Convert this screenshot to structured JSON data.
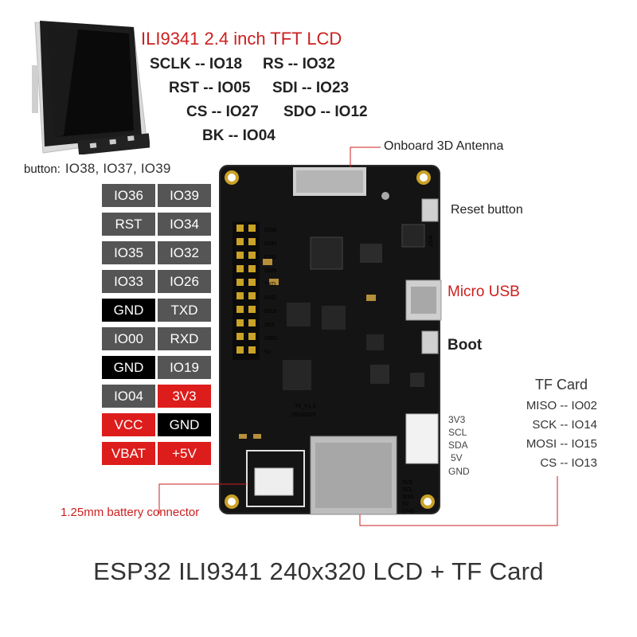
{
  "lcd": {
    "title": "ILI9341 2.4 inch TFT LCD",
    "pins": [
      {
        "text": "SCLK -- IO18"
      },
      {
        "text": "RS -- IO32"
      },
      {
        "text": "RST -- IO05"
      },
      {
        "text": "SDI -- IO23"
      },
      {
        "text": "CS -- IO27"
      },
      {
        "text": "SDO -- IO12"
      },
      {
        "text": "BK -- IO04"
      }
    ]
  },
  "buttons": {
    "label": "button:",
    "value": "IO38, IO37, IO39"
  },
  "pin_table": {
    "colors": {
      "gray": "#555555",
      "black": "#000000",
      "red": "#dd1c1c"
    },
    "rows": [
      [
        {
          "text": "IO36",
          "color": "gray"
        },
        {
          "text": "IO39",
          "color": "gray"
        }
      ],
      [
        {
          "text": "RST",
          "color": "gray"
        },
        {
          "text": "IO34",
          "color": "gray"
        }
      ],
      [
        {
          "text": "IO35",
          "color": "gray"
        },
        {
          "text": "IO32",
          "color": "gray"
        }
      ],
      [
        {
          "text": "IO33",
          "color": "gray"
        },
        {
          "text": "IO26",
          "color": "gray"
        }
      ],
      [
        {
          "text": "GND",
          "color": "black"
        },
        {
          "text": "TXD",
          "color": "gray"
        }
      ],
      [
        {
          "text": "IO00",
          "color": "gray"
        },
        {
          "text": "RXD",
          "color": "gray"
        }
      ],
      [
        {
          "text": "GND",
          "color": "black"
        },
        {
          "text": "IO19",
          "color": "gray"
        }
      ],
      [
        {
          "text": "IO04",
          "color": "gray"
        },
        {
          "text": "3V3",
          "color": "red"
        }
      ],
      [
        {
          "text": "VCC",
          "color": "red"
        },
        {
          "text": "GND",
          "color": "black"
        }
      ],
      [
        {
          "text": "VBAT",
          "color": "red"
        },
        {
          "text": "+5V",
          "color": "red"
        }
      ]
    ]
  },
  "labels": {
    "antenna": "Onboard 3D Antenna",
    "reset": "Reset button",
    "usb": "Micro USB",
    "boot": "Boot",
    "battery": "1.25mm battery connector"
  },
  "tf_card": {
    "title": "TF Card",
    "pins": [
      "MISO -- IO02",
      "SCK -- IO14",
      "MOSI -- IO15",
      "CS -- IO13"
    ]
  },
  "connector": {
    "pins": [
      "3V3",
      "SCL",
      "SDA",
      "5V",
      "GND"
    ]
  },
  "board_silk": {
    "header_labels": [
      "IO39",
      "IO34",
      "IO32",
      "IO26",
      "TXD",
      "RXD",
      "IO19",
      "3V3",
      "GND",
      "5V"
    ],
    "rst": "RST",
    "version": "T4_V1.3",
    "date": "20190221",
    "conn_labels": [
      "3V3",
      "SCL",
      "SDA",
      "5V",
      "GND"
    ]
  },
  "footer": "ESP32 ILI9341 240x320 LCD + TF Card"
}
